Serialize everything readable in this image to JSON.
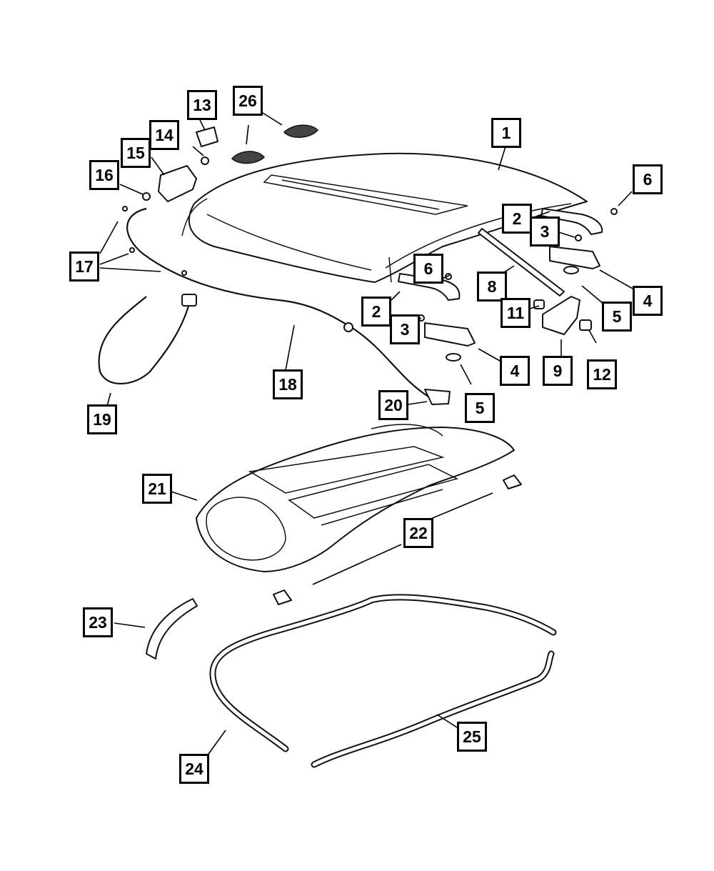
{
  "callouts": [
    {
      "id": "c1",
      "label": "1"
    },
    {
      "id": "c2a",
      "label": "2"
    },
    {
      "id": "c3a",
      "label": "3"
    },
    {
      "id": "c6a",
      "label": "6"
    },
    {
      "id": "c4a",
      "label": "4"
    },
    {
      "id": "c5a",
      "label": "5"
    },
    {
      "id": "c6b",
      "label": "6"
    },
    {
      "id": "c2b",
      "label": "2"
    },
    {
      "id": "c3b",
      "label": "3"
    },
    {
      "id": "c8",
      "label": "8"
    },
    {
      "id": "c11",
      "label": "11"
    },
    {
      "id": "c9",
      "label": "9"
    },
    {
      "id": "c12",
      "label": "12"
    },
    {
      "id": "c4b",
      "label": "4"
    },
    {
      "id": "c5b",
      "label": "5"
    },
    {
      "id": "c13",
      "label": "13"
    },
    {
      "id": "c14",
      "label": "14"
    },
    {
      "id": "c15",
      "label": "15"
    },
    {
      "id": "c16",
      "label": "16"
    },
    {
      "id": "c17",
      "label": "17"
    },
    {
      "id": "c18",
      "label": "18"
    },
    {
      "id": "c19",
      "label": "19"
    },
    {
      "id": "c20",
      "label": "20"
    },
    {
      "id": "c21",
      "label": "21"
    },
    {
      "id": "c22",
      "label": "22"
    },
    {
      "id": "c23",
      "label": "23"
    },
    {
      "id": "c24",
      "label": "24"
    },
    {
      "id": "c25",
      "label": "25"
    },
    {
      "id": "c26",
      "label": "26"
    }
  ]
}
